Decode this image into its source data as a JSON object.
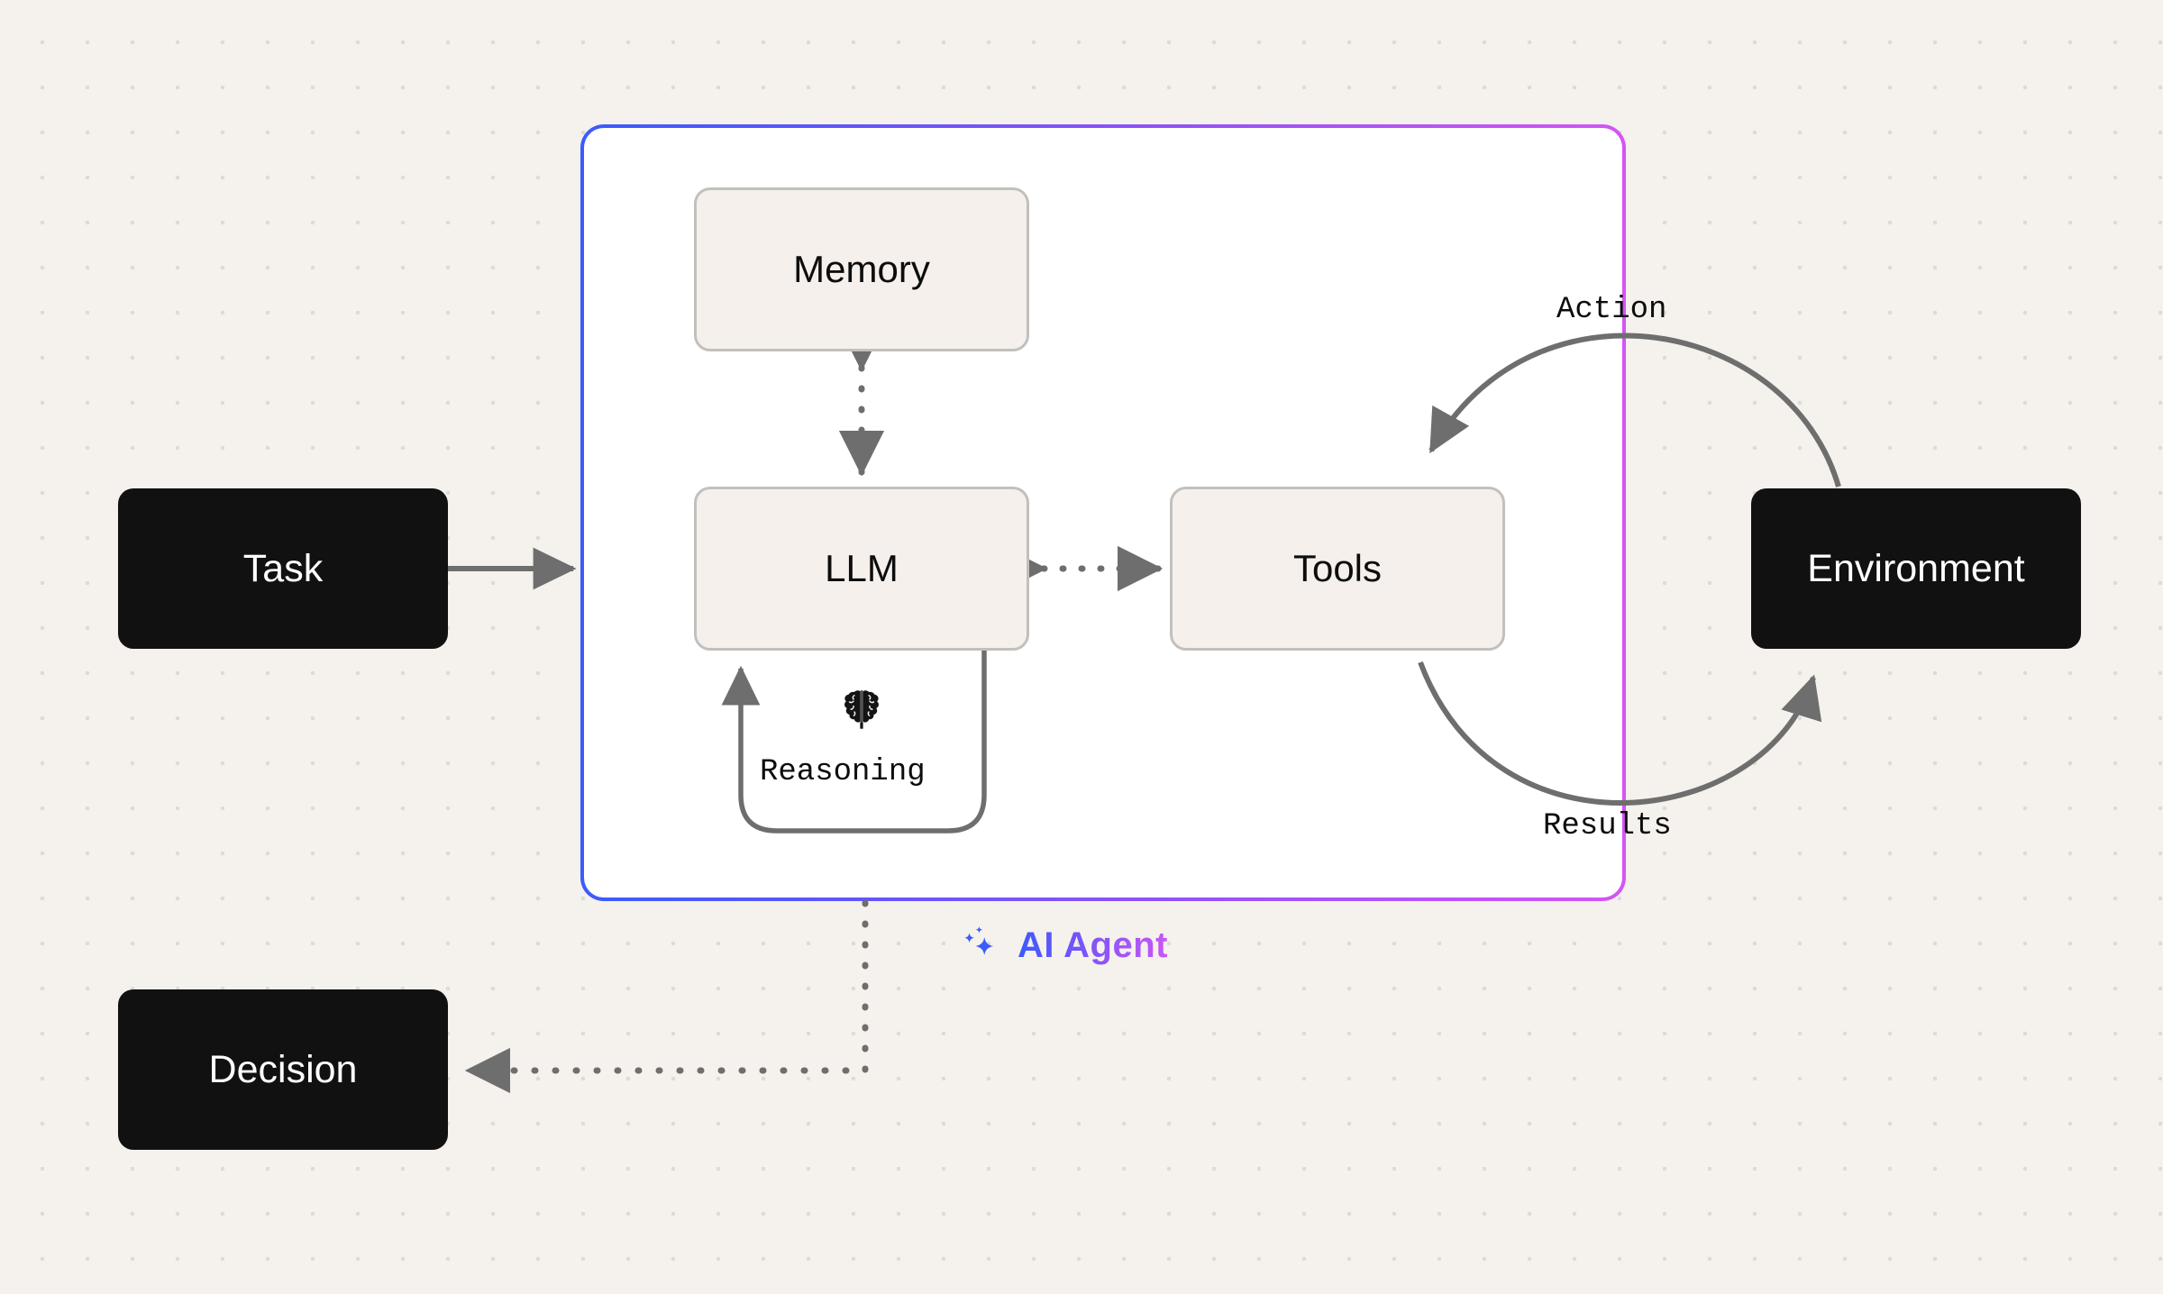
{
  "canvas": {
    "background_color": "#F5F1ED",
    "dot_color": "#DEDAD5"
  },
  "agent_container": {
    "caption": "AI Agent",
    "icon": "sparkle-icon",
    "border_gradient_from": "#3B5BFD",
    "border_gradient_to": "#D455F5",
    "fill": "#FFFFFF"
  },
  "components": [
    {
      "id": "memory",
      "label": "Memory"
    },
    {
      "id": "llm",
      "label": "LLM"
    },
    {
      "id": "tools",
      "label": "Tools"
    }
  ],
  "nodes": [
    {
      "id": "task",
      "label": "Task"
    },
    {
      "id": "decision",
      "label": "Decision"
    },
    {
      "id": "environment",
      "label": "Environment"
    }
  ],
  "loop": {
    "label": "Reasoning",
    "icon": "brain-icon"
  },
  "arcs": [
    {
      "id": "action",
      "label": "Action",
      "from": "environment",
      "to": "tools"
    },
    {
      "id": "results",
      "label": "Results",
      "from": "tools",
      "to": "environment"
    }
  ],
  "connectors": [
    {
      "id": "task-to-agent",
      "style": "solid",
      "direction": "one-way"
    },
    {
      "id": "memory-llm",
      "style": "dotted",
      "direction": "two-way"
    },
    {
      "id": "llm-tools",
      "style": "dotted",
      "direction": "two-way"
    },
    {
      "id": "agent-to-decision",
      "style": "dotted",
      "direction": "one-way"
    },
    {
      "id": "reasoning-loop",
      "style": "solid",
      "direction": "one-way"
    }
  ],
  "colors": {
    "node_fill": "#111111",
    "node_text": "#FFFFFF",
    "component_fill": "#F5F0EC",
    "component_border": "#C2C0BD",
    "wire": "#6E6E6E",
    "accent_blue": "#3B5BFD",
    "accent_magenta": "#D455F5"
  }
}
